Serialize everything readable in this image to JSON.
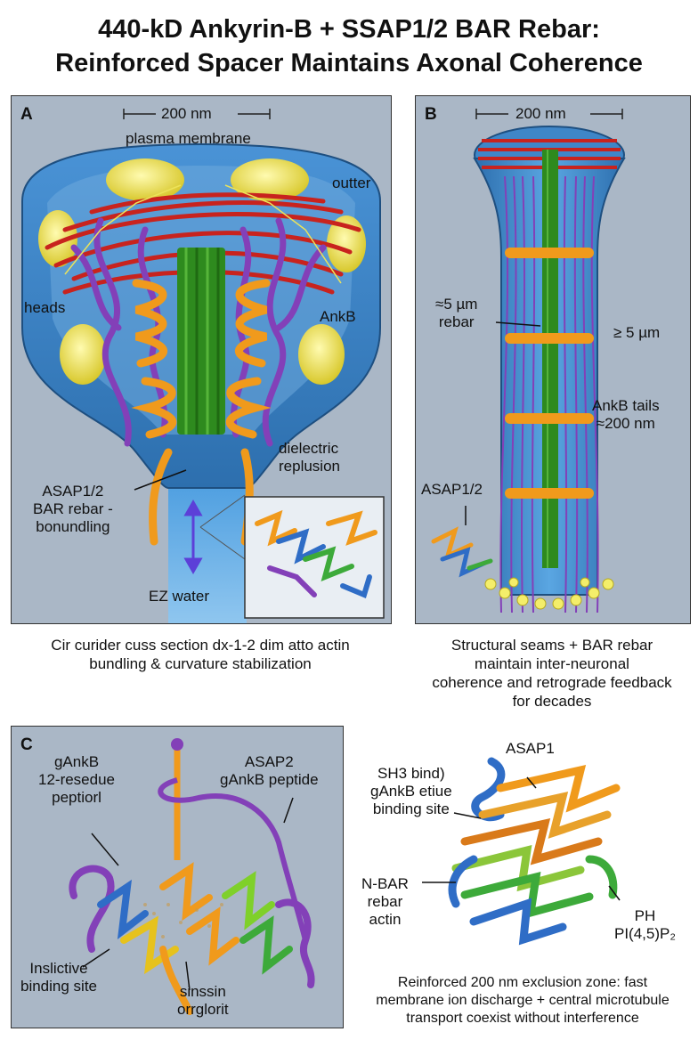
{
  "title": {
    "line1": "440-kD Ankyrin-B + SSAP1/2 BAR Rebar:",
    "line2": "Reinforced Spacer Maintains Axonal Coherence"
  },
  "panel_a": {
    "letter": "A",
    "scale": "200 nm",
    "plasma_membrane": "plasma membrane",
    "outter": "outter",
    "heads": "heads",
    "ankb": "AnkB",
    "dielectric_1": "dielectric",
    "dielectric_2": "replusion",
    "asap_1": "ASAP1/2",
    "asap_2": "BAR rebar -",
    "asap_3": "bonundling",
    "ez_water": "EZ water",
    "caption_1": "Cir curider cuss section dx-1-2 dim atto actin",
    "caption_2": "bundling & curvature stabilization"
  },
  "panel_b": {
    "letter": "B",
    "scale": "200 nm",
    "rebar_1": "≈5 µm",
    "rebar_2": "rebar",
    "length": "≥ 5 µm",
    "tails_1": "AnkB tails",
    "tails_2": "≈200 nm",
    "asap": "ASAP1/2",
    "caption_1": "Structural seams + BAR rebar",
    "caption_2": "maintain inter-neuronal",
    "caption_3": "coherence and retrograde feedback",
    "caption_4": "for decades"
  },
  "panel_c": {
    "letter": "C",
    "peptide_1": "gAnkB",
    "peptide_2": "12-resedue",
    "peptide_3": "peptiorl",
    "asap2_1": "ASAP2",
    "asap2_2": "gAnkB peptide",
    "site_1": "Inslictive",
    "site_2": "binding site",
    "sinssin_1": "sinssin",
    "sinssin_2": "orrglorit"
  },
  "panel_d": {
    "asap1": "ASAP1",
    "sh3_1": "SH3 bind)",
    "sh3_2": "gAnkB etiue",
    "sh3_3": "binding site",
    "nbar_1": "N-BAR",
    "nbar_2": "rebar",
    "nbar_3": "actin",
    "ph": "PH",
    "pip2": "PI(4,5)P₂",
    "caption_1": "Reinforced 200 nm exclusion zone: fast",
    "caption_2": "membrane ion discharge + central microtubule",
    "caption_3": "transport coexist without interference"
  },
  "colors": {
    "panel_bg": "#aab7c6",
    "membrane_blue": "#3f86c8",
    "actin_red": "#c8231e",
    "ankyrin_purple": "#8340b8",
    "bar_orange": "#f09a1c",
    "microtubule_green": "#2e8a1e",
    "vesicle_yellow": "#f4ee6a"
  }
}
